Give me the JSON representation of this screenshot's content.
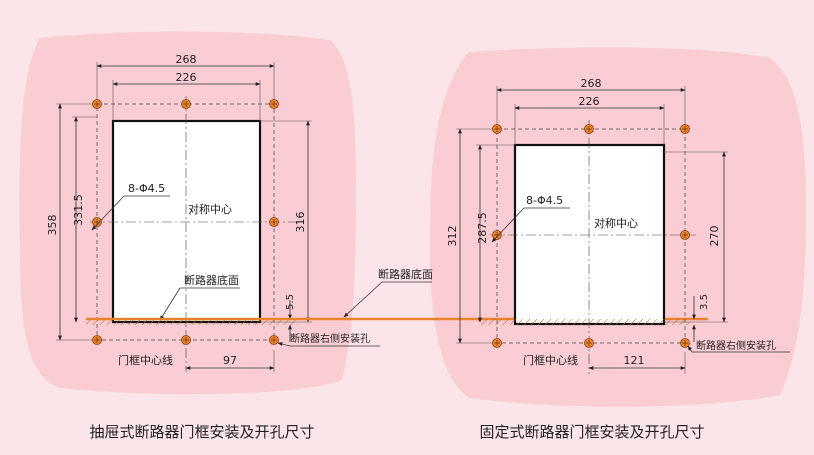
{
  "colors": {
    "background": "#fbe5e8",
    "blob": "#f9cdd3",
    "accent": "#e8822e"
  },
  "drawout": {
    "width_outer": "268",
    "width_inner": "226",
    "height_outer": "358",
    "height_holes": "331.5",
    "height_right": "316",
    "offset_bottom": "5.5",
    "hole_label": "8-Φ4.5",
    "center_label": "对称中心",
    "bottom_label": "断路器底面",
    "right_hole_label": "断路器右侧安装孔",
    "door_center_label": "门框中心线",
    "offset_right": "97",
    "caption": "抽屉式断路器门框安装及开孔尺寸"
  },
  "shared_label": "断路器底面",
  "fixed": {
    "width_outer": "268",
    "width_inner": "226",
    "height_outer": "312",
    "height_holes": "287.5",
    "height_right": "270",
    "offset_bottom": "3.5",
    "hole_label": "8-Φ4.5",
    "center_label": "对称中心",
    "right_hole_label": "断路器右侧安装孔",
    "door_center_label": "门框中心线",
    "offset_right": "121",
    "caption": "固定式断路器门框安装及开孔尺寸"
  }
}
